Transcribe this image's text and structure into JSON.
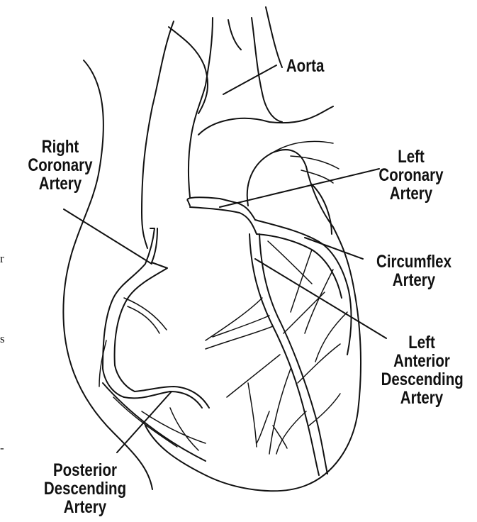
{
  "labels": {
    "aorta": [
      "Aorta"
    ],
    "right_coronary_artery": [
      "Right",
      "Coronary",
      "Artery"
    ],
    "left_coronary_artery": [
      "Left",
      "Coronary",
      "Artery"
    ],
    "circumflex_artery": [
      "Circumflex",
      "Artery"
    ],
    "left_anterior_descending_artery": [
      "Left",
      "Anterior",
      "Descending",
      "Artery"
    ],
    "posterior_descending_artery": [
      "Posterior",
      "Descending",
      "Artery"
    ]
  },
  "clipped_text_fragments": [
    "r",
    "s",
    "-"
  ]
}
